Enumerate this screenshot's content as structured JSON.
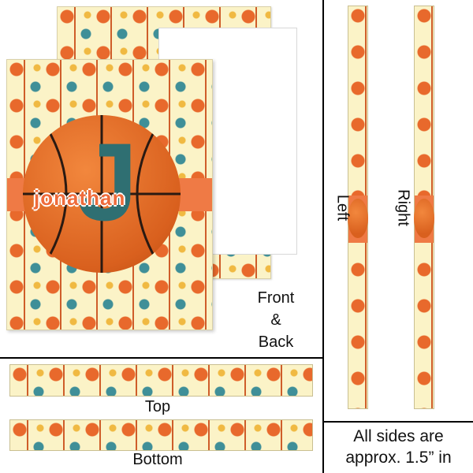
{
  "product": {
    "personalization_name": "jonathan",
    "initial": "J"
  },
  "labels": {
    "front_back": [
      "Front",
      "&",
      "Back"
    ],
    "top": "Top",
    "bottom": "Bottom",
    "left": "Left",
    "right": "Right",
    "note": [
      "All sides are",
      "approx. 1.5” in"
    ]
  },
  "colors": {
    "accent_orange": "#ef7a45",
    "ball_orange": "#d9601e",
    "teal": "#2f6f72",
    "cream": "#fbf3c7"
  },
  "icons": [
    "basketball-icon",
    "jersey-icon",
    "scoreboard-icon",
    "hoop-icon",
    "stopwatch-icon",
    "court-icon",
    "whistle-icon"
  ]
}
